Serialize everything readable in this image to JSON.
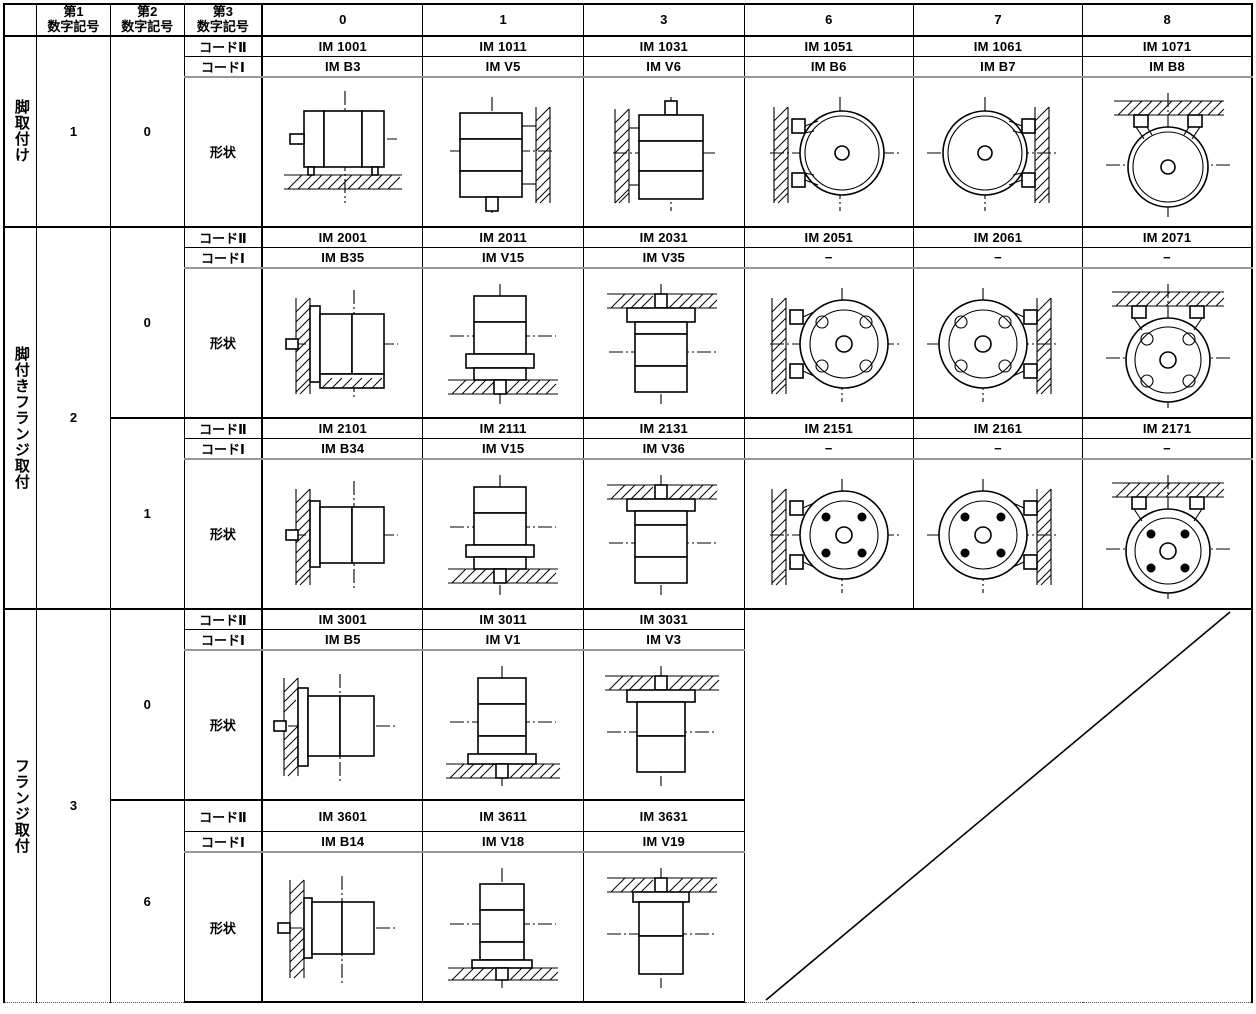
{
  "header": {
    "corner": "",
    "col1": {
      "line1": "第1",
      "line2": "数字記号"
    },
    "col2": {
      "line1": "第2",
      "line2": "数字記号"
    },
    "col3": {
      "line1": "第3",
      "line2": "数字記号"
    },
    "columns": [
      "0",
      "1",
      "3",
      "6",
      "7",
      "8"
    ]
  },
  "labels": {
    "code2": "コードⅡ",
    "code1": "コードⅠ",
    "shape": "形状",
    "dash": "−"
  },
  "sections": [
    {
      "name": "脚取付け",
      "digit1": "1",
      "subrows": [
        {
          "digit3": "0",
          "code2": [
            "IM 1001",
            "IM 1011",
            "IM 1031",
            "IM 1051",
            "IM 1061",
            "IM 1071"
          ],
          "code1": [
            "IM B3",
            "IM V5",
            "IM V6",
            "IM B6",
            "IM B7",
            "IM B8"
          ],
          "figures": [
            "foot-horizontal-floor",
            "foot-vertical-wall-shaft-down",
            "foot-vertical-wall-shaft-up",
            "foot-end-wall-left",
            "foot-end-wall-right",
            "foot-end-ceiling"
          ]
        }
      ]
    },
    {
      "name": "脚付きフランジ取付",
      "digit1": "2",
      "subrows": [
        {
          "digit3": "0",
          "code2": [
            "IM 2001",
            "IM 2011",
            "IM 2031",
            "IM 2051",
            "IM 2061",
            "IM 2071"
          ],
          "code1": [
            "IM B35",
            "IM V15",
            "IM V35",
            "−",
            "−",
            "−"
          ],
          "figures": [
            "footflange-horizontal",
            "footflange-vertical-floor",
            "footflange-vertical-ceiling",
            "footflange-end-wall-left",
            "footflange-end-wall-right",
            "footflange-end-ceiling"
          ]
        },
        {
          "digit3": "1",
          "code2": [
            "IM 2101",
            "IM 2111",
            "IM 2131",
            "IM 2151",
            "IM 2161",
            "IM 2171"
          ],
          "code1": [
            "IM B34",
            "IM V15",
            "IM V36",
            "−",
            "−",
            "−"
          ],
          "figures": [
            "footflange-tapped-horizontal",
            "footflange-tapped-vertical-floor",
            "footflange-tapped-vertical-ceiling",
            "footflange-tapped-end-wall-left",
            "footflange-tapped-end-wall-right",
            "footflange-tapped-end-ceiling"
          ]
        }
      ]
    },
    {
      "name": "フランジ取付",
      "digit1": "3",
      "subrows": [
        {
          "digit3": "0",
          "code2": [
            "IM 3001",
            "IM 3011",
            "IM 3031"
          ],
          "code1": [
            "IM B5",
            "IM V1",
            "IM V3"
          ],
          "figures": [
            "flange-horizontal-wall",
            "flange-vertical-floor",
            "flange-vertical-ceiling"
          ]
        },
        {
          "digit3": "6",
          "code2": [
            "IM 3601",
            "IM 3611",
            "IM 3631"
          ],
          "code1": [
            "IM B14",
            "IM V18",
            "IM V19"
          ],
          "figures": [
            "flange-small-horizontal",
            "flange-small-vertical-floor",
            "flange-small-vertical-ceiling"
          ]
        }
      ]
    }
  ]
}
